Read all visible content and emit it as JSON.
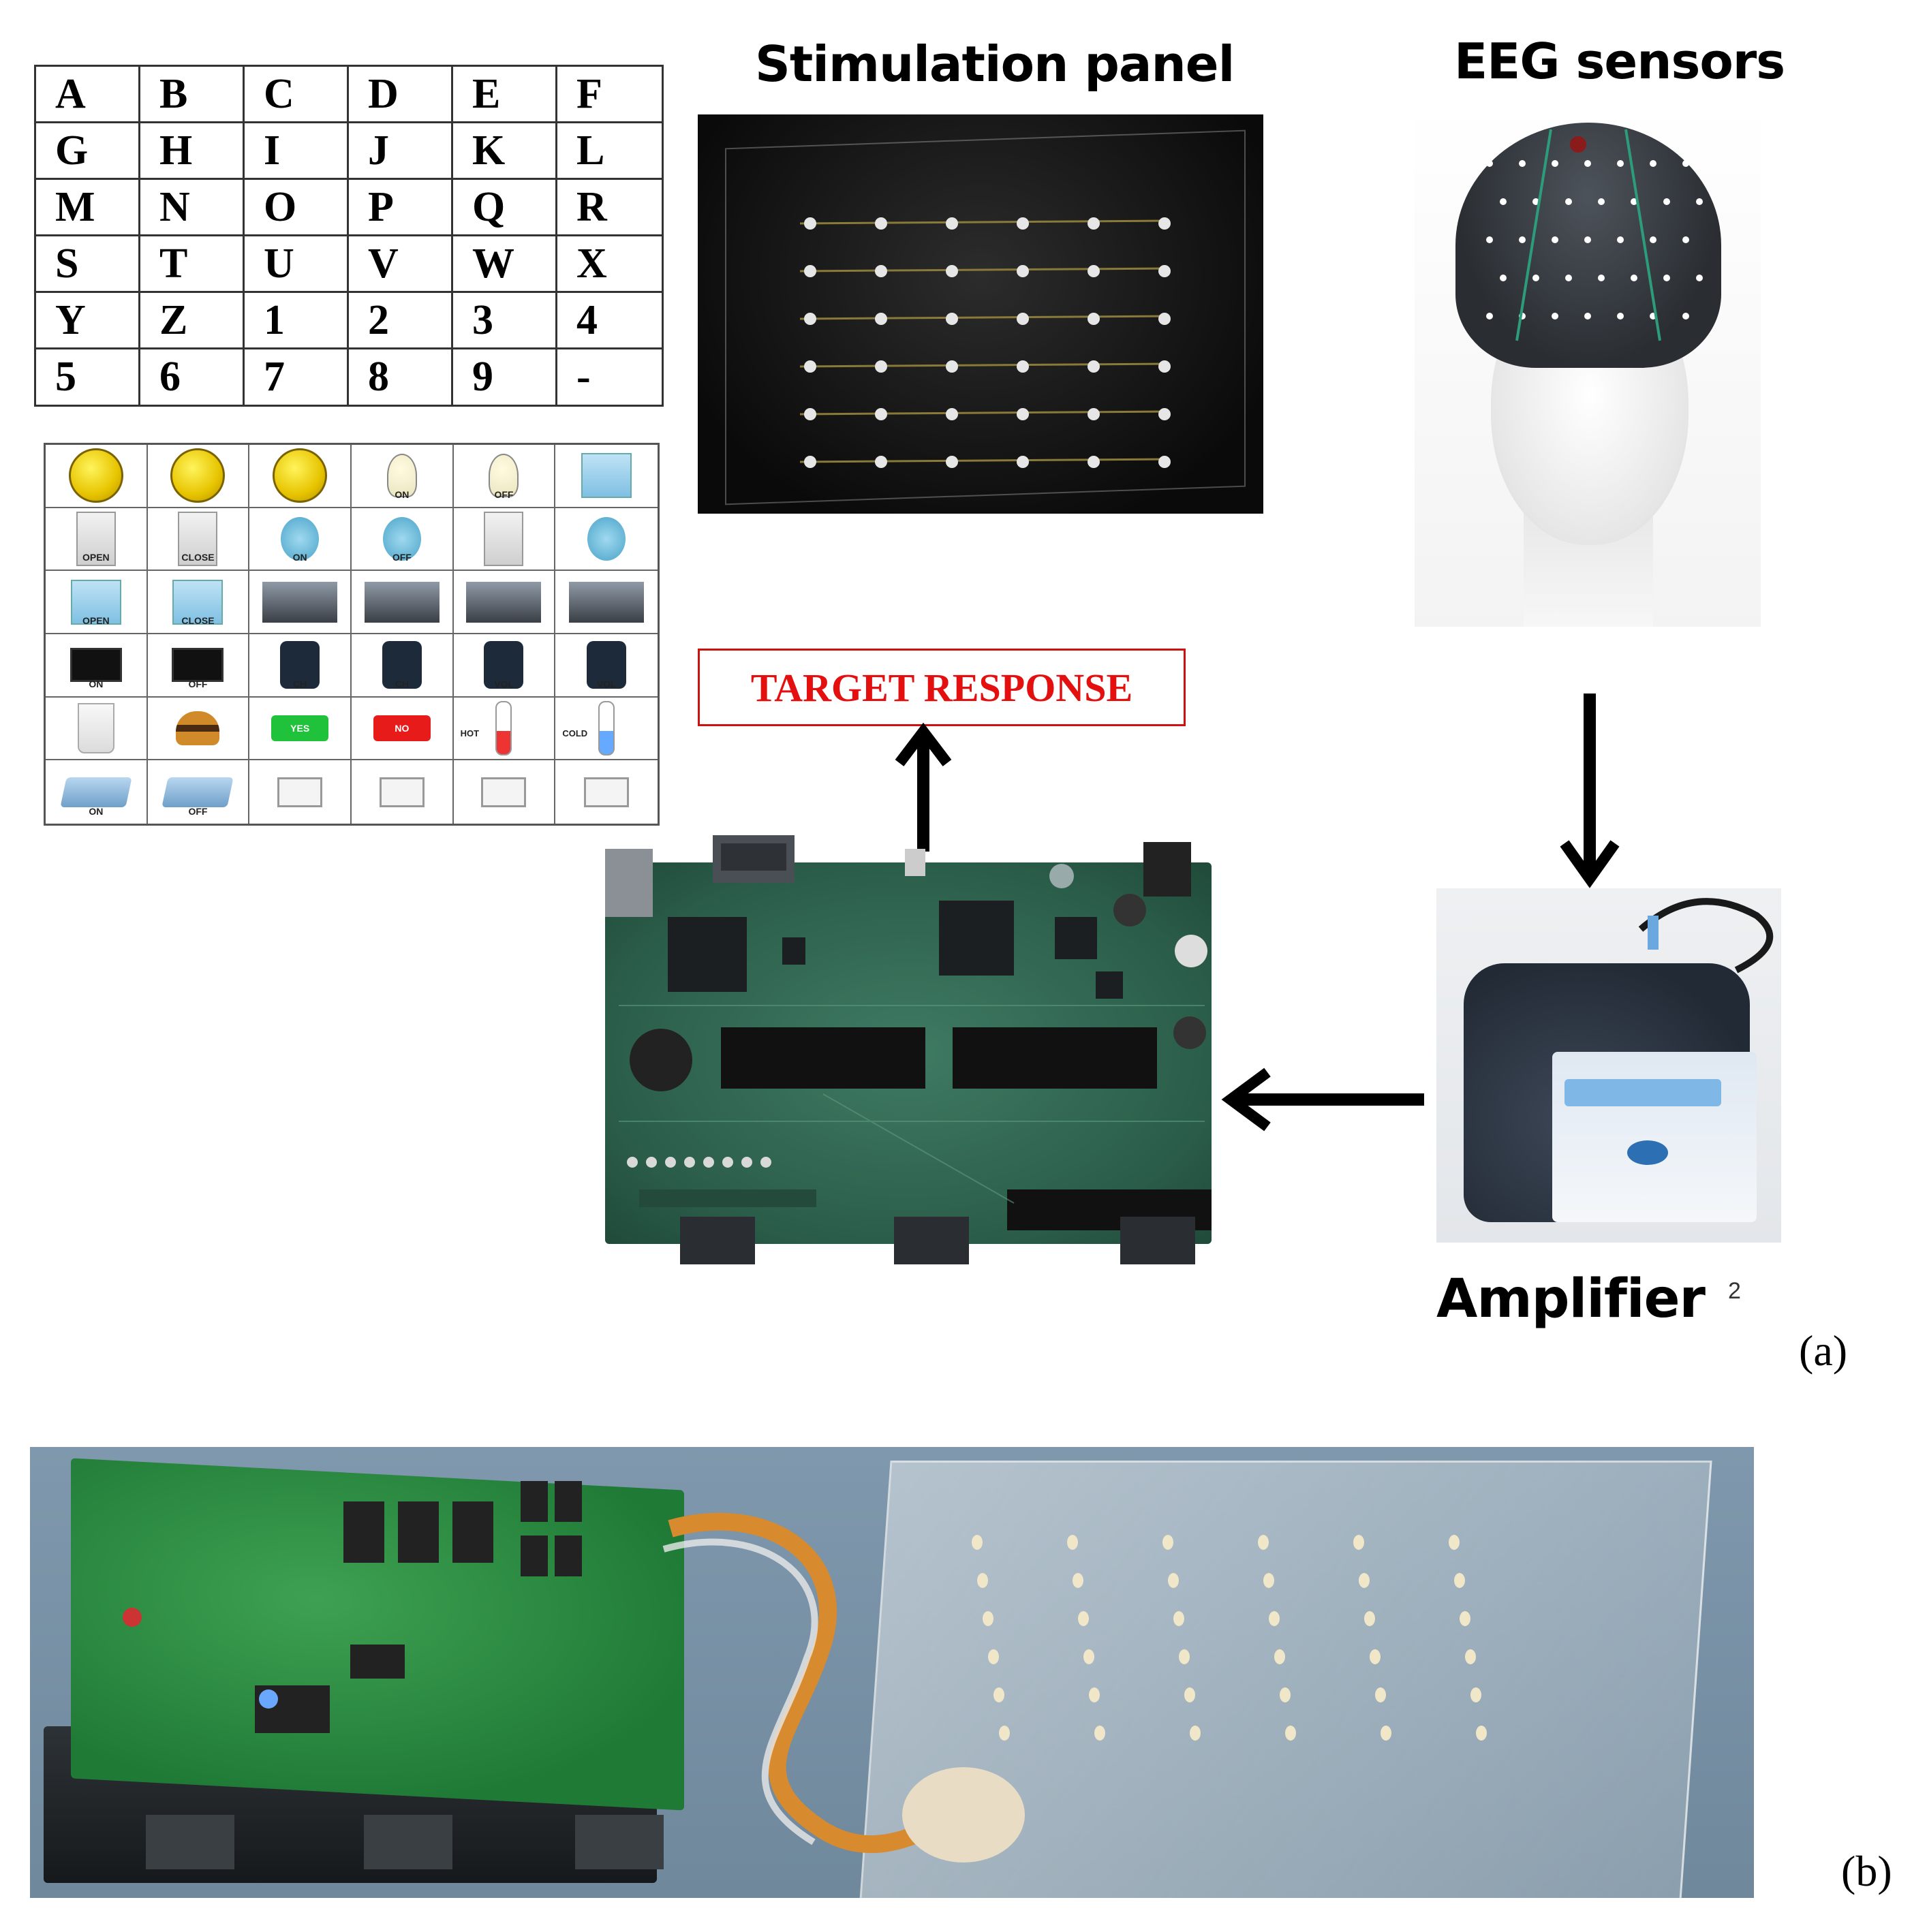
{
  "letter_grid": [
    [
      "A",
      "B",
      "C",
      "D",
      "E",
      "F"
    ],
    [
      "G",
      "H",
      "I",
      "J",
      "K",
      "L"
    ],
    [
      "M",
      "N",
      "O",
      "P",
      "Q",
      "R"
    ],
    [
      "S",
      "T",
      "U",
      "V",
      "W",
      "X"
    ],
    [
      "Y",
      "Z",
      "1",
      "2",
      "3",
      "4"
    ],
    [
      "5",
      "6",
      "7",
      "8",
      "9",
      "-"
    ]
  ],
  "icon_grid": [
    [
      {
        "icon": "bell-icon",
        "caption": ""
      },
      {
        "icon": "bell-icon",
        "caption": ""
      },
      {
        "icon": "bell-icon",
        "caption": ""
      },
      {
        "icon": "lightbulb-icon",
        "caption": "ON"
      },
      {
        "icon": "lightbulb-icon",
        "caption": "OFF"
      },
      {
        "icon": "mail-icon",
        "caption": ""
      }
    ],
    [
      {
        "icon": "door-icon",
        "caption": "OPEN"
      },
      {
        "icon": "door-icon",
        "caption": "CLOSE"
      },
      {
        "icon": "fan-icon",
        "caption": "ON"
      },
      {
        "icon": "fan-icon",
        "caption": "OFF"
      },
      {
        "icon": "word-icon",
        "caption": ""
      },
      {
        "icon": "browser-icon",
        "caption": ""
      }
    ],
    [
      {
        "icon": "window-icon",
        "caption": "OPEN"
      },
      {
        "icon": "window-icon",
        "caption": "CLOSE"
      },
      {
        "icon": "room-icon",
        "caption": ""
      },
      {
        "icon": "room-icon",
        "caption": ""
      },
      {
        "icon": "room-icon",
        "caption": ""
      },
      {
        "icon": "room-icon",
        "caption": ""
      }
    ],
    [
      {
        "icon": "tv-icon",
        "caption": "ON"
      },
      {
        "icon": "tv-icon",
        "caption": "OFF"
      },
      {
        "icon": "remote-icon",
        "caption": "CH"
      },
      {
        "icon": "remote-icon",
        "caption": "CH"
      },
      {
        "icon": "remote-icon",
        "caption": "VOL"
      },
      {
        "icon": "remote-icon",
        "caption": "VOL"
      }
    ],
    [
      {
        "icon": "cup-icon",
        "caption": ""
      },
      {
        "icon": "burger-icon",
        "caption": ""
      },
      {
        "icon": "yes-button-icon",
        "caption": "YES"
      },
      {
        "icon": "no-button-icon",
        "caption": "NO"
      },
      {
        "icon": "thermometer-hot-icon",
        "caption": "HOT"
      },
      {
        "icon": "thermometer-cold-icon",
        "caption": "COLD"
      }
    ],
    [
      {
        "icon": "bed-icon",
        "caption": "ON"
      },
      {
        "icon": "bed-icon",
        "caption": "OFF"
      },
      {
        "icon": "box-icon",
        "caption": ""
      },
      {
        "icon": "box-icon",
        "caption": ""
      },
      {
        "icon": "box-icon",
        "caption": ""
      },
      {
        "icon": "box-icon",
        "caption": ""
      }
    ]
  ],
  "labels": {
    "stimulation_panel": "Stimulation panel",
    "eeg_sensors": "EEG sensors",
    "amplifier": "Amplifier",
    "amplifier_note": "2",
    "target_response": "TARGET RESPONSE",
    "panel_a": "(a)",
    "panel_b": "(b)"
  },
  "colors": {
    "target_text": "#e41010",
    "target_border": "#cc1111",
    "arrow": "#000000"
  }
}
